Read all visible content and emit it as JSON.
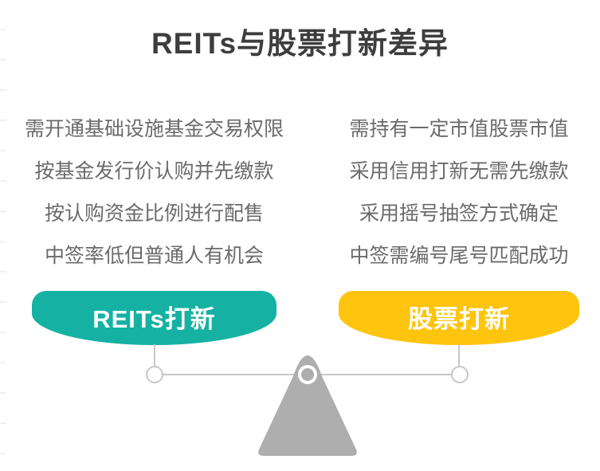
{
  "title": "REITs与股票打新差异",
  "comparison": {
    "left": {
      "label": "REITs打新",
      "color": "#15b2a3",
      "points": [
        "需开通基础设施基金交易权限",
        "按基金发行价认购并先缴款",
        "按认购资金比例进行配售",
        "中签率低但普通人有机会"
      ]
    },
    "right": {
      "label": "股票打新",
      "color": "#fec40e",
      "points": [
        "需持有一定市值股票市值",
        "采用信用打新无需先缴款",
        "采用摇号抽签方式确定",
        "中签需编号尾号匹配成功"
      ]
    }
  },
  "illustration": {
    "name": "balance-scale",
    "beam_color": "#c7c7c7",
    "fulcrum_color": "#aeaeae"
  },
  "colors": {
    "title_text": "#3d3d3d",
    "body_text": "#6b6b6b",
    "background": "#ffffff"
  }
}
